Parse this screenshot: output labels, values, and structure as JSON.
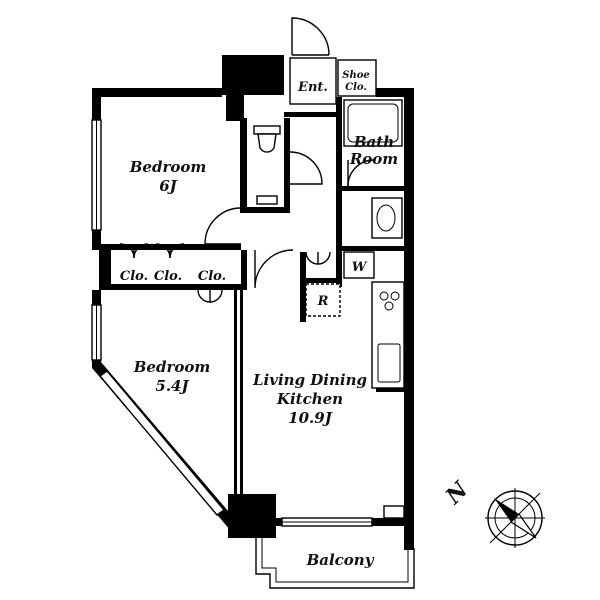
{
  "rooms": {
    "bedroom_a": {
      "name": "Bedroom",
      "size": "6J"
    },
    "bedroom_b": {
      "name": "Bedroom",
      "size": "5.4J"
    },
    "ldk": {
      "name": "Living Dining",
      "name2": "Kitchen",
      "size": "10.9J"
    },
    "bath": {
      "name": "Bath",
      "name2": "Room"
    },
    "entrance": "Ent.",
    "shoe_closet": {
      "line1": "Shoe",
      "line2": "Clo."
    },
    "closets": [
      "Clo.",
      "Clo.",
      "Clo."
    ],
    "washer": "W",
    "refrigerator": "R",
    "balcony": "Balcony"
  },
  "compass": {
    "letter": "N",
    "icon": "compass-rose-icon"
  },
  "colors": {
    "wall": "#000000",
    "background": "#ffffff"
  }
}
